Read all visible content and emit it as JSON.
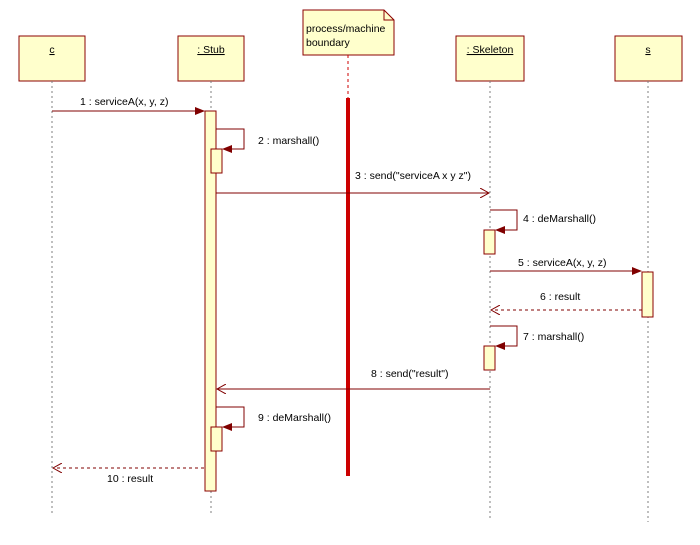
{
  "colors": {
    "lifeline_fill": "#ffffcc",
    "lifeline_stroke": "#8b0000",
    "activation_fill": "#ffffcc",
    "arrow": "#800000",
    "boundary": "#cc0000",
    "note_fill": "#ffffcc",
    "dashed_line": "#7f7f7f"
  },
  "boundary_note": {
    "line1": "process/machine",
    "line2": "boundary"
  },
  "lifelines": [
    {
      "id": "c",
      "label": "c"
    },
    {
      "id": "stub",
      "label": ": Stub"
    },
    {
      "id": "skeleton",
      "label": ": Skeleton"
    },
    {
      "id": "s",
      "label": "s"
    }
  ],
  "messages": [
    {
      "id": "m1",
      "label": "1 : serviceA(x, y, z)",
      "kind": "sync"
    },
    {
      "id": "m2",
      "label": "2 : marshall()",
      "kind": "self"
    },
    {
      "id": "m3",
      "label": "3 : send(\"serviceA x y z\")",
      "kind": "async"
    },
    {
      "id": "m4",
      "label": "4 : deMarshall()",
      "kind": "self"
    },
    {
      "id": "m5",
      "label": "5 : serviceA(x, y, z)",
      "kind": "sync"
    },
    {
      "id": "m6",
      "label": "6 : result",
      "kind": "return"
    },
    {
      "id": "m7",
      "label": "7 : marshall()",
      "kind": "self"
    },
    {
      "id": "m8",
      "label": "8 : send(\"result\")",
      "kind": "async"
    },
    {
      "id": "m9",
      "label": "9 : deMarshall()",
      "kind": "self"
    },
    {
      "id": "m10",
      "label": "10 : result",
      "kind": "return"
    }
  ]
}
